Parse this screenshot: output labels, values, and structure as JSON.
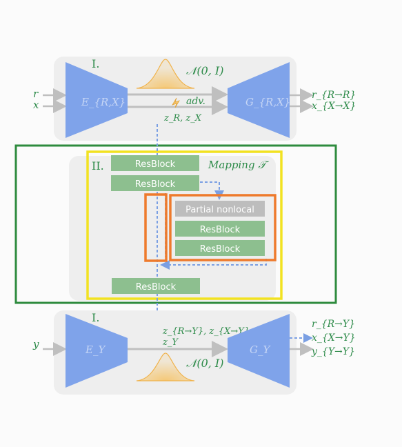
{
  "colors": {
    "encoder_blue": "#7fa3ea",
    "resblock_green": "#8dbf8f",
    "partial_gray": "#bdbdbd",
    "outer_green_border": "#2e8b3e",
    "mapping_yellow_border": "#f2e221",
    "nonlocal_orange_border": "#ee7a2c",
    "label_green": "#2e8b4a",
    "gaussian_orange": "#f5c46a",
    "dashed_blue": "#7a9fe3"
  },
  "section_I_top": {
    "roman": "I.",
    "inputs": [
      "r",
      "x"
    ],
    "encoder_label": "E_{R,X}",
    "generator_label": "G_{R,X}",
    "noise_label": "𝒩(0, I)",
    "adv_label": "adv.",
    "latent_label": "z_R, z_X",
    "outputs": [
      "r_{R→R}",
      "x_{X→X}"
    ]
  },
  "section_II": {
    "roman": "II.",
    "mapping_label": "Mapping 𝒯",
    "resblock_1": "ResBlock",
    "resblock_2": "ResBlock",
    "partial_nonlocal": "Partial nonlocal",
    "resblock_3": "ResBlock",
    "resblock_4": "ResBlock",
    "resblock_5": "ResBlock"
  },
  "section_I_bottom": {
    "roman": "I.",
    "input": "y",
    "encoder_label": "E_Y",
    "generator_label": "G_Y",
    "noise_label": "𝒩(0, I)",
    "mapped_latent_label": "z_{R→Y}, z_{X→Y}",
    "latent_label": "z_Y",
    "outputs": [
      "r_{R→Y}",
      "x_{X→Y}",
      "y_{Y→Y}"
    ]
  }
}
